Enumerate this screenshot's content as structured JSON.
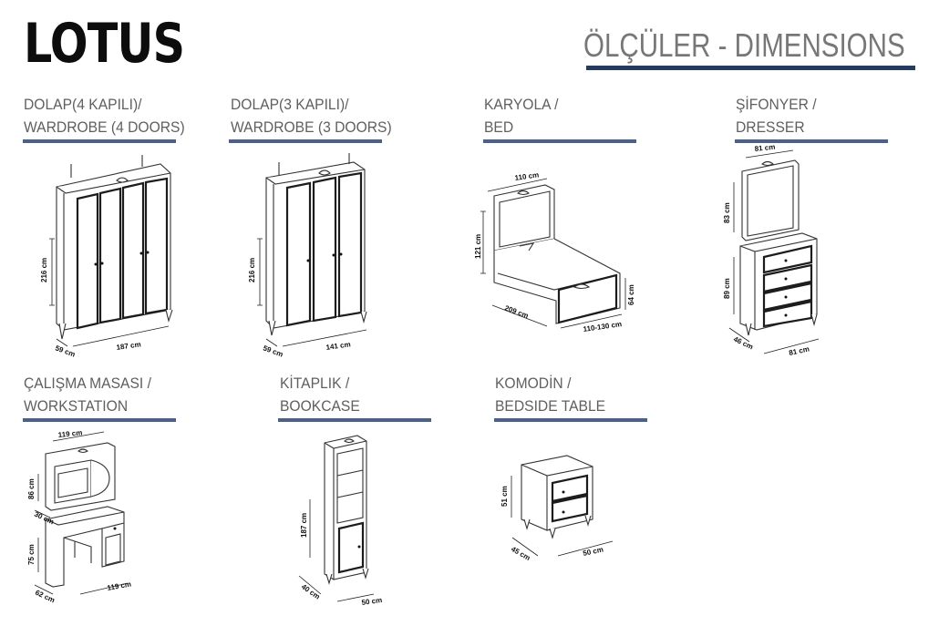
{
  "header": {
    "brand": "LOTUS",
    "dimensions_title": "ÖLÇÜLER - DIMENSIONS"
  },
  "products": [
    {
      "line1": "DOLAP(4 KAPILI)/",
      "line2": "WARDROBE (4 DOORS)",
      "dims": [
        "216 cm",
        "59 cm",
        "187 cm"
      ]
    },
    {
      "line1": "DOLAP(3 KAPILI)/",
      "line2": "WARDROBE (3 DOORS)",
      "dims": [
        "216 cm",
        "59 cm",
        "141 cm"
      ]
    },
    {
      "line1": "KARYOLA /",
      "line2": "BED",
      "dims": [
        "110 cm",
        "121 cm",
        "209 cm",
        "64 cm",
        "110-130 cm"
      ]
    },
    {
      "line1": "ŞİFONYER /",
      "line2": "DRESSER",
      "dims": [
        "81 cm",
        "83 cm",
        "89 cm",
        "46 cm",
        "81 cm"
      ]
    },
    {
      "line1": "ÇALIŞMA MASASI /",
      "line2": "WORKSTATION",
      "dims": [
        "119 cm",
        "86 cm",
        "30 cm",
        "75 cm",
        "62 cm",
        "119 cm"
      ]
    },
    {
      "line1": "KİTAPLIK /",
      "line2": "BOOKCASE",
      "dims": [
        "187 cm",
        "40 cm",
        "50 cm"
      ]
    },
    {
      "line1": "KOMODİN /",
      "line2": "BEDSIDE TABLE",
      "dims": [
        "51 cm",
        "45 cm",
        "50 cm"
      ]
    }
  ]
}
